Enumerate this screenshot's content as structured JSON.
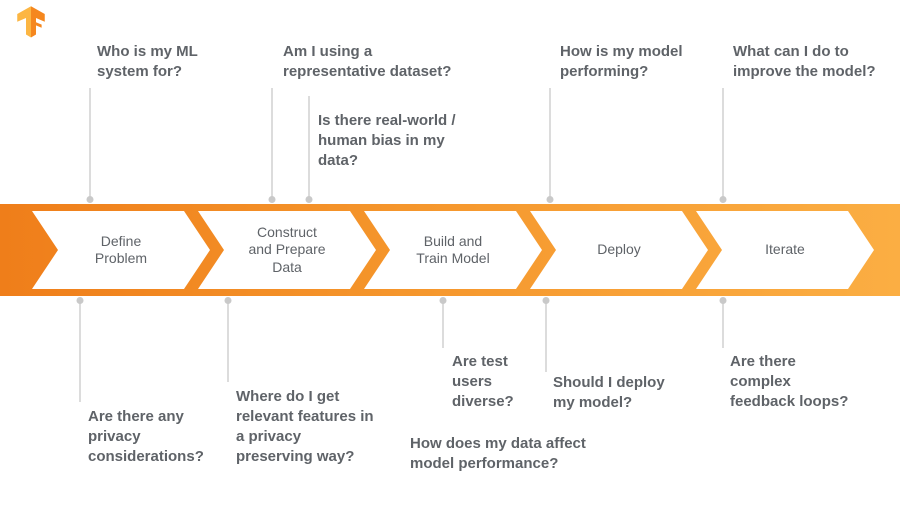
{
  "brand": {
    "logo_alt": "TensorFlow"
  },
  "colors": {
    "band_gradient_left": "#EF7E1A",
    "band_gradient_right": "#FBAE43",
    "question_text": "#5F6368",
    "connector": "#DCDCDC"
  },
  "stages": [
    {
      "label": "Define Problem"
    },
    {
      "label": "Construct and Prepare Data"
    },
    {
      "label": "Build and Train Model"
    },
    {
      "label": "Deploy"
    },
    {
      "label": "Iterate"
    }
  ],
  "top_questions": [
    {
      "text": "Who is my ML system for?"
    },
    {
      "text": "Am I using a representative dataset?"
    },
    {
      "text": "Is there real-world / human bias in my data?"
    },
    {
      "text": "How is my model performing?"
    },
    {
      "text": "What can I do to improve the model?"
    }
  ],
  "bottom_questions": [
    {
      "text": "Are there any privacy considerations?"
    },
    {
      "text": "Where do I get relevant features in a privacy preserving way?"
    },
    {
      "text": "Are test users diverse?"
    },
    {
      "text": "How does my data affect model performance?"
    },
    {
      "text": "Should I deploy my model?"
    },
    {
      "text": "Are there complex feedback loops?"
    }
  ]
}
